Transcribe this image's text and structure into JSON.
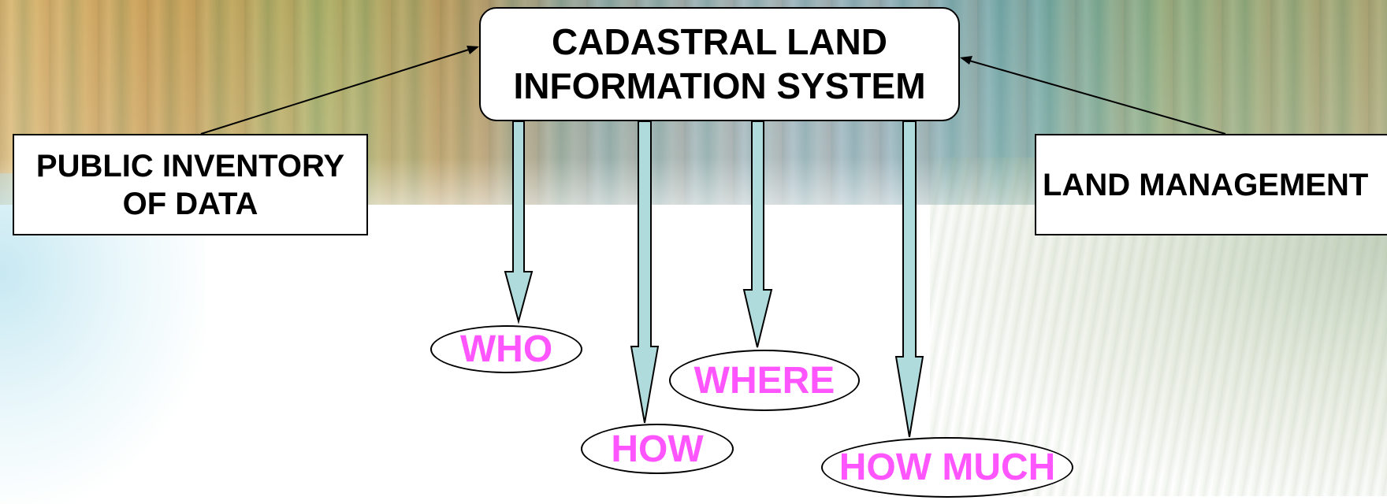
{
  "main": {
    "line1": "CADASTRAL LAND",
    "line2": "INFORMATION SYSTEM"
  },
  "left": {
    "line1": "PUBLIC INVENTORY",
    "line2": "OF DATA"
  },
  "right": {
    "label": "LAND MANAGEMENT"
  },
  "questions": {
    "who": "WHO",
    "how": "HOW",
    "where": "WHERE",
    "how_much": "HOW MUCH"
  },
  "colors": {
    "arrow_fill": "#b0dbdc",
    "question_text": "#ff55ff"
  }
}
